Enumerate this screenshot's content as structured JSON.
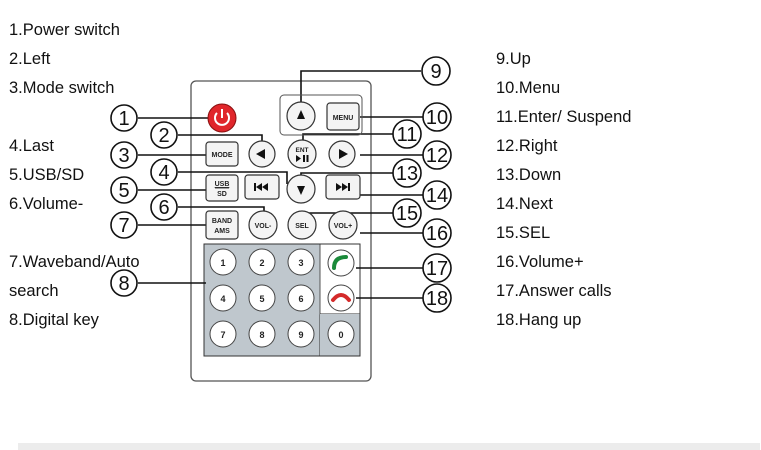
{
  "legend_left": [
    "1.Power switch",
    "2.Left",
    "3.Mode switch",
    "4.Last",
    "5.USB/SD",
    "6.Volume-",
    "7.Waveband/Auto",
    "search",
    "8.Digital key"
  ],
  "legend_right": [
    "9.Up",
    "10.Menu",
    "11.Enter/ Suspend",
    "12.Right",
    "13.Down",
    "14.Next",
    "15.SEL",
    "16.Volume+",
    "17.Answer calls",
    "18.Hang up"
  ],
  "buttons": {
    "mode": "MODE",
    "menu": "MENU",
    "ent": "ENT",
    "usb": "USB",
    "sd": "SD",
    "band": "BAND",
    "ams": "AMS",
    "vol_minus": "VOL-",
    "sel": "SEL",
    "vol_plus": "VOL+",
    "digits": [
      "1",
      "2",
      "3",
      "4",
      "5",
      "6",
      "7",
      "8",
      "9",
      "0"
    ]
  },
  "callouts": [
    "1",
    "2",
    "3",
    "4",
    "5",
    "6",
    "7",
    "8",
    "9",
    "10",
    "11",
    "12",
    "13",
    "14",
    "15",
    "16",
    "17",
    "18"
  ],
  "colors": {
    "power": "#e0262b",
    "answer": "#1a8a3a",
    "hangup": "#d42a2a",
    "remote_body": "#ffffff",
    "key_panel": "#bfc7cd"
  }
}
